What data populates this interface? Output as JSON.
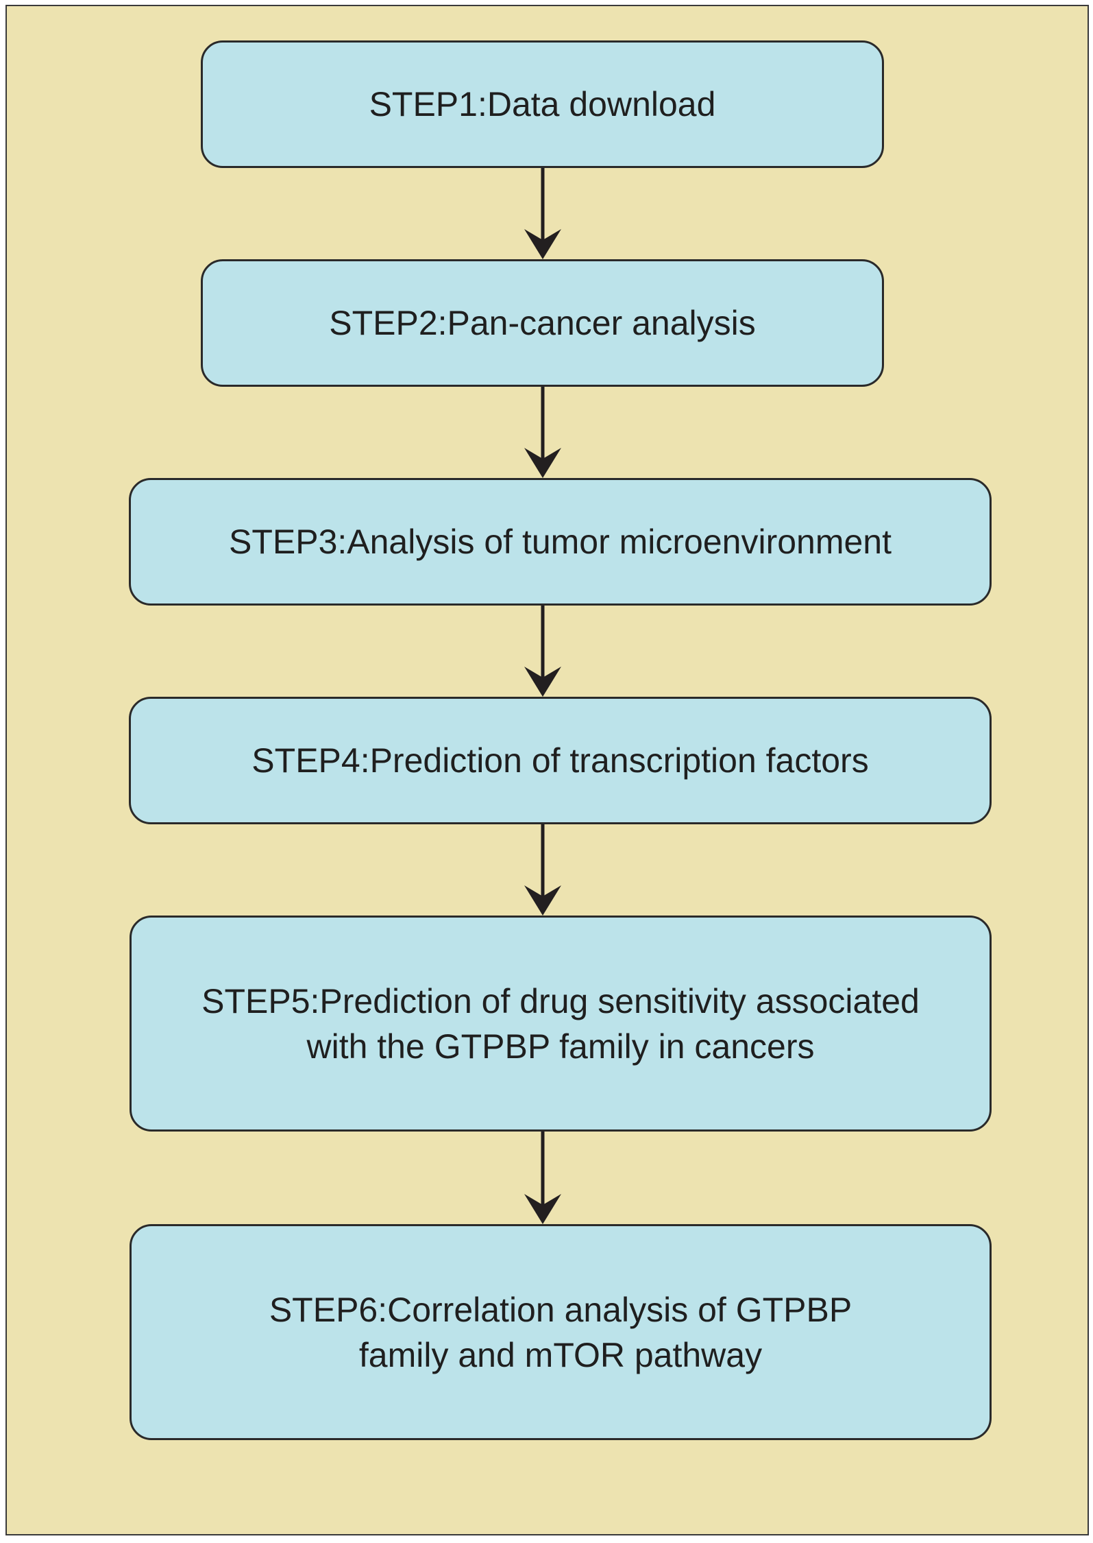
{
  "steps": [
    {
      "id": "step1",
      "label": "STEP1:Data download"
    },
    {
      "id": "step2",
      "label": "STEP2:Pan-cancer analysis"
    },
    {
      "id": "step3",
      "label": "STEP3:Analysis of tumor microenvironment"
    },
    {
      "id": "step4",
      "label": "STEP4:Prediction of transcription factors"
    },
    {
      "id": "step5",
      "label": "STEP5:Prediction of drug sensitivity associated with the GTPBP family in cancers"
    },
    {
      "id": "step6",
      "label": "STEP6:Correlation analysis of GTPBP family and mTOR pathway"
    }
  ],
  "edges": [
    {
      "from": "step1",
      "to": "step2"
    },
    {
      "from": "step2",
      "to": "step3"
    },
    {
      "from": "step3",
      "to": "step4"
    },
    {
      "from": "step4",
      "to": "step5"
    },
    {
      "from": "step5",
      "to": "step6"
    }
  ],
  "colors": {
    "background": "#ede3b0",
    "node_fill": "#bce3ea",
    "node_border": "#2a2a2a",
    "arrow": "#231f20"
  }
}
